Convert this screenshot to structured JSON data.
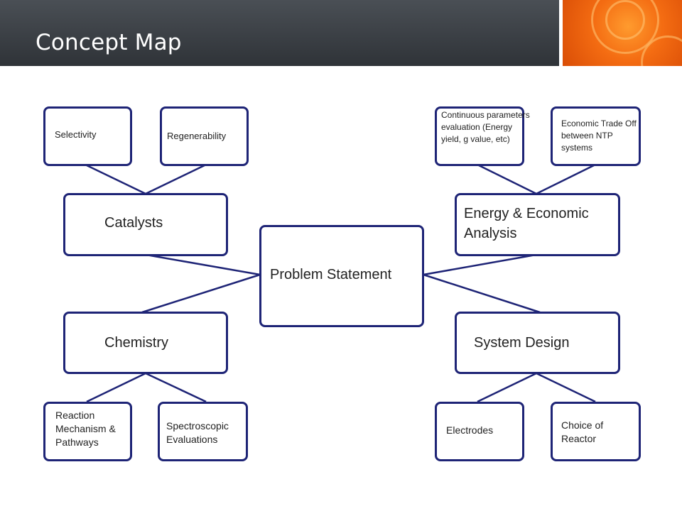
{
  "header": {
    "title": "Concept Map"
  },
  "colors": {
    "node_border": "#1e2476",
    "header_bg": "#373b41",
    "accent": "#f46c12"
  },
  "nodes": {
    "center": "Problem Statement",
    "catalysts": "Catalysts",
    "chemistry": "Chemistry",
    "energy": "Energy & Economic Analysis",
    "system": "System Design",
    "selectivity": "Selectivity",
    "regenerability": "Regenerability",
    "continuous": "Continuous parameters evaluation (Energy yield, g value, etc)",
    "economic_trade": "Economic Trade Off between NTP systems",
    "reaction": "Reaction Mechanism & Pathways",
    "spectroscopic": "Spectroscopic Evaluations",
    "electrodes": "Electrodes",
    "reactor": "Choice of Reactor"
  }
}
